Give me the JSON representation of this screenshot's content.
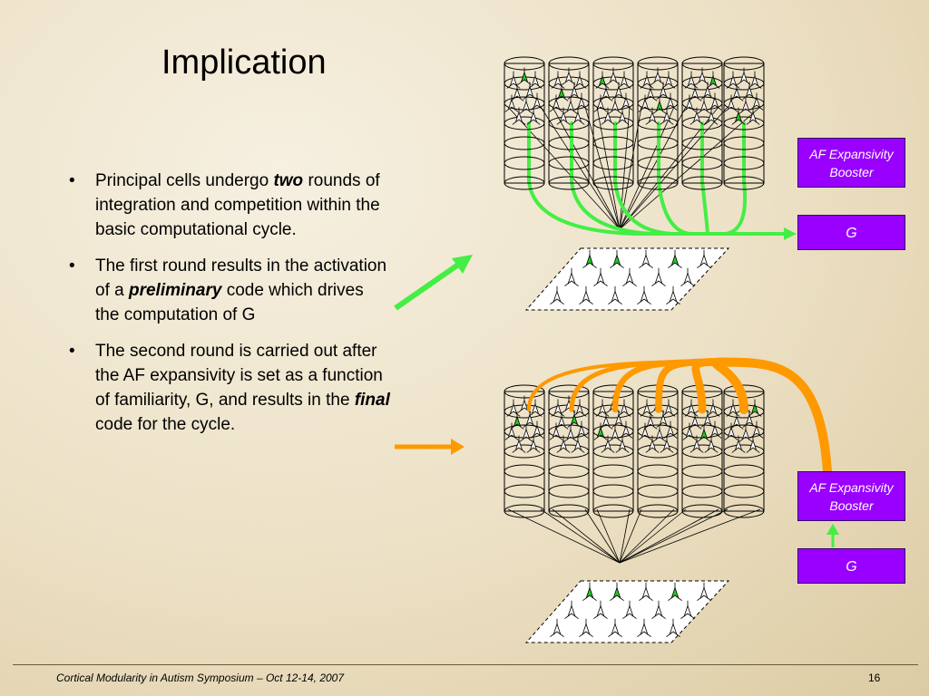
{
  "slide": {
    "title": "Implication",
    "bullets": [
      {
        "parts": [
          {
            "text": "Principal cells undergo ",
            "em": false
          },
          {
            "text": "two",
            "em": true
          },
          {
            "text": " rounds of integration and competition within the basic computational cycle.",
            "em": false
          }
        ]
      },
      {
        "parts": [
          {
            "text": "The first round results in the activation of a ",
            "em": false
          },
          {
            "text": "preliminary",
            "em": true
          },
          {
            "text": " code which drives the computation of G",
            "em": false
          }
        ]
      },
      {
        "parts": [
          {
            "text": "The second round is carried out after the AF expansivity is set as a function of familiarity, G, and results in the ",
            "em": false
          },
          {
            "text": "final",
            "em": true
          },
          {
            "text": " code for the cycle.",
            "em": false
          }
        ]
      }
    ],
    "bullet_symbol": "•"
  },
  "boxes": {
    "booster_label": "AF Expansivity Booster",
    "g_label": "G"
  },
  "footer": {
    "text": "Cortical Modularity in Autism Symposium – Oct 12-14, 2007",
    "page_number": "16"
  },
  "colors": {
    "green_arrow": "#44ee44",
    "orange_arrow": "#ff9900",
    "box_fill": "#9900ff"
  }
}
